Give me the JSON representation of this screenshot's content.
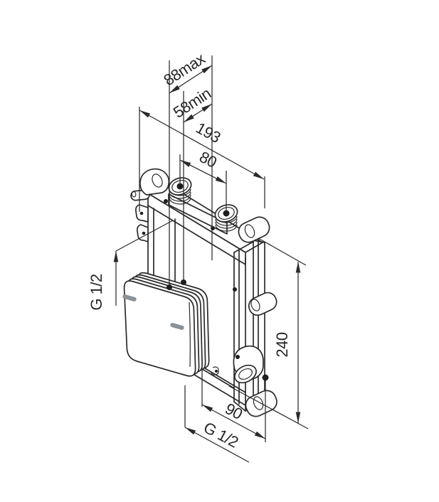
{
  "colors": {
    "background": "#ffffff",
    "line": "#2a2a2a",
    "text": "#262626",
    "slot_gray": "#8b9196"
  },
  "diagram": {
    "dimensions": {
      "depth_max": "88max",
      "depth_min": "58min",
      "overall_width": "193",
      "port_spacing": "80",
      "height": "240",
      "outlet_offset": "90"
    },
    "threads": {
      "top_inlet": "G 1/2",
      "bottom_outlet": "G 1/2"
    }
  }
}
